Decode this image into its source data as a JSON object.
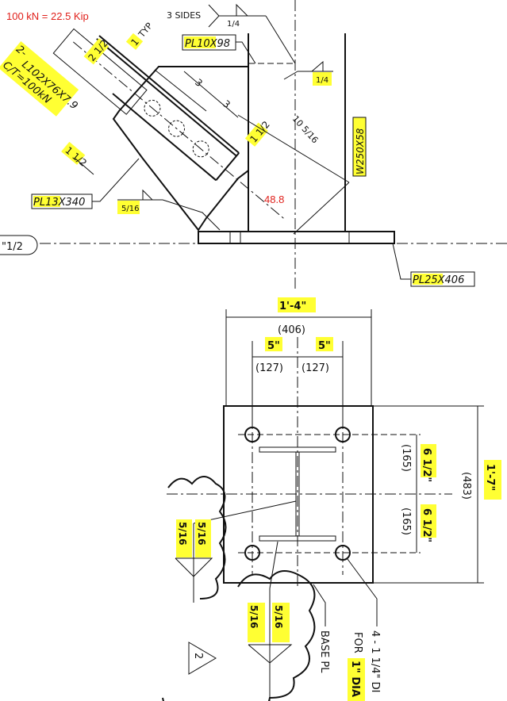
{
  "colors": {
    "highlight": "#ffff33",
    "note": "#e0201b",
    "ink": "#111111"
  },
  "top_view": {
    "conversion_note": "100 kN = 22.5 Kip",
    "weld_3sides": {
      "label": "3 SIDES",
      "size": "1/4"
    },
    "stiffener_plate": "PL10X98",
    "weld_right": "1/4",
    "angle_label_line1": "2-",
    "angle_label_line2": "L102X76X7.9",
    "angle_label_line3": "C/T=100kN",
    "dim_edge": "2 1/2",
    "dim_typ_value": "1",
    "dim_typ_label": "TYP",
    "dim_pitch_1": "3",
    "dim_pitch_2": "3",
    "dim_edge_right": "1 1/2",
    "dim_edge_left": "1 1/2",
    "dim_diagonal": "10 5/16",
    "column": "W250X58",
    "gusset_plate": "PL13X340",
    "gusset_weld": "5/16",
    "length_note": "48.8",
    "section_tag": "\"1/2",
    "base_plate": "PL25X406"
  },
  "plan_view": {
    "overall_width_imperial": "1'-4\"",
    "overall_width_metric": "(406)",
    "half_width_left_imperial": "5\"",
    "half_width_right_imperial": "5\"",
    "half_width_left_metric": "(127)",
    "half_width_right_metric": "(127)",
    "half_height_top_imperial": "6 1/2\"",
    "half_height_bottom_imperial": "6 1/2\"",
    "half_height_top_metric": "(165)",
    "half_height_bottom_metric": "(165)",
    "overall_height_metric": "(483)",
    "overall_height_imperial": "1'-7\"",
    "web_weld_top": "5/16",
    "web_weld_bottom": "5/16",
    "flange_weld_top": "5/16",
    "flange_weld_bottom": "5/16",
    "base_plate_label": "BASE PL",
    "holes_label": "4 - 1 1/4\" DI",
    "holes_for": "FOR",
    "holes_dia": "1\" DIA",
    "revision": "2"
  }
}
